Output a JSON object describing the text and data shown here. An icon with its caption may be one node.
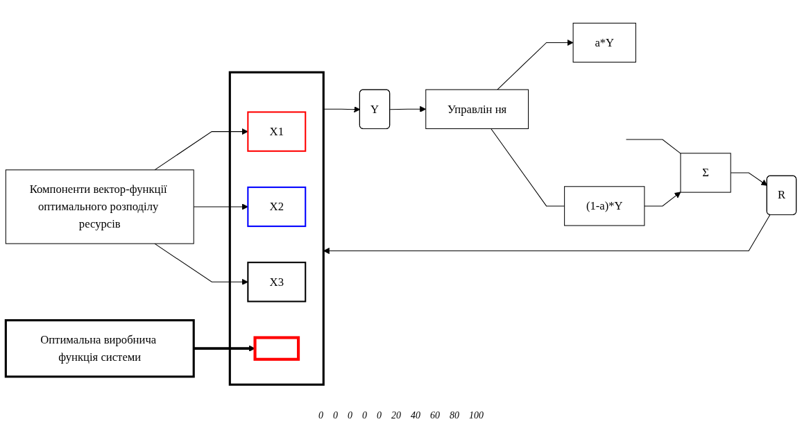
{
  "diagram": {
    "nodes": [
      {
        "text": [
          "Оптимальна виробнича функція системи"
        ]
      },
      {
        "text": [
          "Компоненти вектор-функції оптимального розподілу ресурсів"
        ]
      },
      {
        "text": [
          "Σ"
        ]
      },
      {
        "text": [
          "R"
        ]
      },
      {
        "text": [],
        "shape": "picture"
      },
      {
        "text": [
          "X1"
        ],
        "in": 4
      },
      {
        "text": [
          "X2"
        ],
        "in": 4
      },
      {
        "text": [
          "X3"
        ],
        "in": 4
      },
      {
        "text": [],
        "shape": "box",
        "in": 4
      },
      {
        "text": [
          "Y"
        ]
      },
      {
        "text": [
          "Управлін ня"
        ]
      },
      {
        "text": [
          "a*Y"
        ]
      },
      {
        "text": [
          "(1-a)*Y"
        ]
      }
    ],
    "edges": [
      {
        "from": 0,
        "to": 8,
        "arrow": "to",
        "style": "thick"
      },
      {
        "from": 1,
        "to": 5,
        "arrow": "to"
      },
      {
        "from": 1,
        "to": 6,
        "arrow": "to"
      },
      {
        "from": 1,
        "to": 7,
        "arrow": "to"
      },
      {
        "from": null,
        "to": 2,
        "arrow": "none"
      },
      {
        "from": 2,
        "to": 3,
        "arrow": "to"
      },
      {
        "from": 3,
        "to": 4,
        "arrow": "to"
      },
      {
        "from": 4,
        "to": 9,
        "arrow": "to"
      },
      {
        "from": 9,
        "to": 10,
        "arrow": "to"
      },
      {
        "from": 10,
        "to": 11,
        "arrow": "to"
      },
      {
        "from": 10,
        "to": 12,
        "arrow": "none"
      },
      {
        "from": 12,
        "to": 2,
        "arrow": "to"
      }
    ],
    "labels": [
      "0",
      "0",
      "0",
      "0",
      "0",
      "20",
      "40",
      "60",
      "80",
      "100"
    ]
  }
}
